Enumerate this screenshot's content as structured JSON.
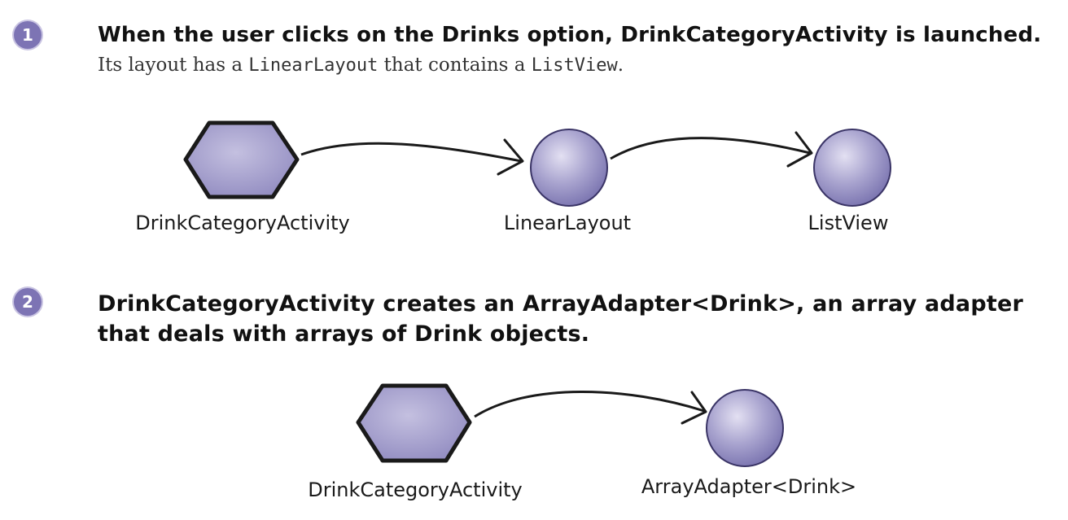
{
  "steps": [
    {
      "number": "1",
      "heading": "When the user clicks on the Drinks option, DrinkCategoryActivity is launched.",
      "sub_before": "Its layout has a ",
      "sub_code1": "LinearLayout",
      "sub_middle": " that contains a ",
      "sub_code2": "ListView",
      "sub_after": ".",
      "nodes": [
        {
          "label": "DrinkCategoryActivity",
          "shape": "hexagon"
        },
        {
          "label": "LinearLayout",
          "shape": "circle"
        },
        {
          "label": "ListView",
          "shape": "circle"
        }
      ]
    },
    {
      "number": "2",
      "heading_line1": "DrinkCategoryActivity creates an ArrayAdapter<Drink>, an array adapter",
      "heading_line2": "that deals with arrays of Drink objects.",
      "nodes": [
        {
          "label": "DrinkCategoryActivity",
          "shape": "hexagon"
        },
        {
          "label": "ArrayAdapter<Drink>",
          "shape": "circle"
        }
      ]
    }
  ],
  "colors": {
    "badge": "#7d74b4",
    "node_fill": "#a9a4cf",
    "node_stroke": "#1a1a1a"
  }
}
